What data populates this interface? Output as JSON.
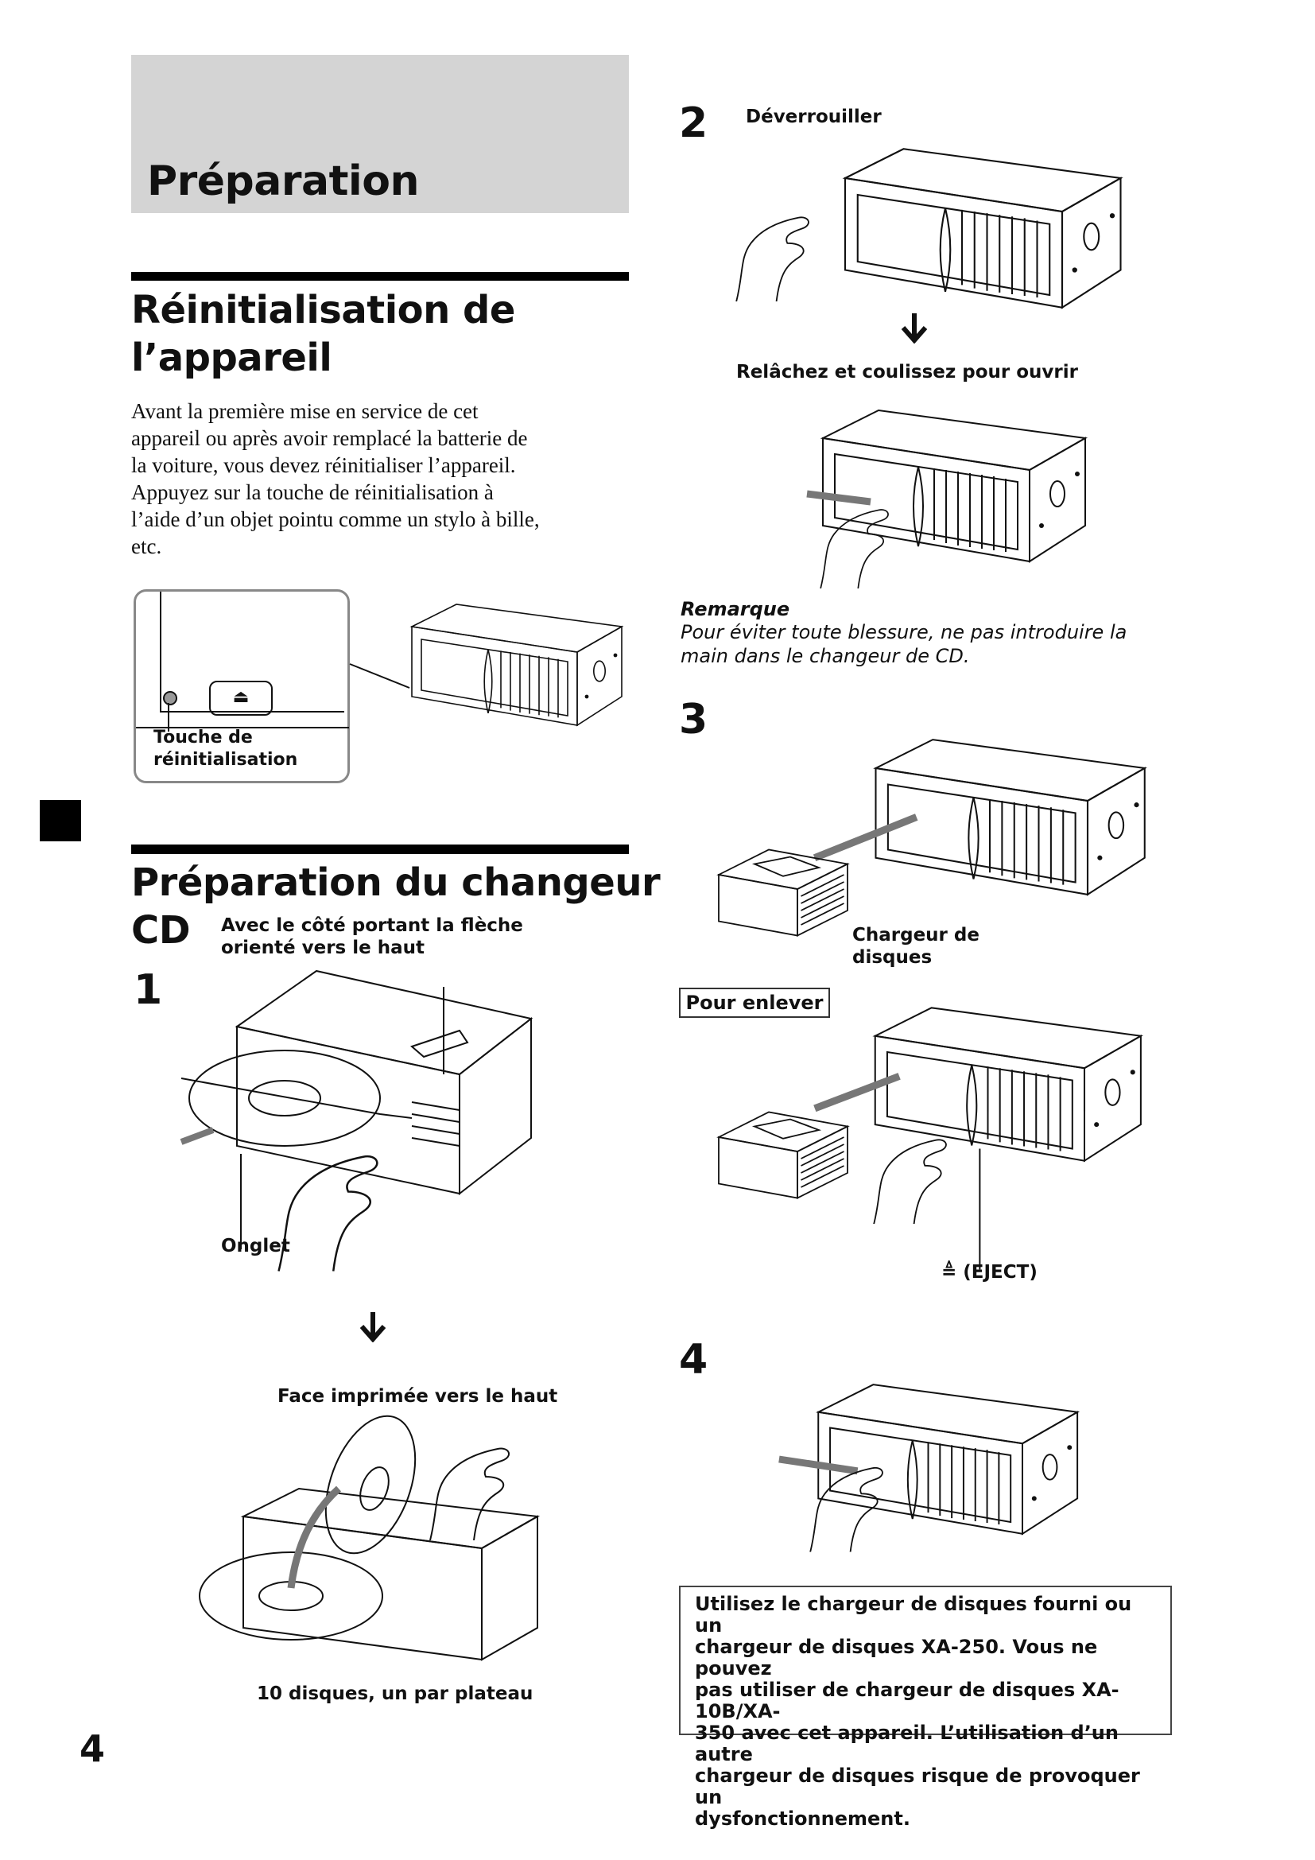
{
  "page": {
    "section_title": "Préparation",
    "page_number": "4"
  },
  "reset": {
    "heading_line1": "Réinitialisation de",
    "heading_line2": "l’appareil",
    "body_lines": [
      "Avant la première mise en service de cet",
      "appareil ou après avoir remplacé la batterie de",
      "la voiture, vous devez réinitialiser l’appareil.",
      "Appuyez sur la touche de réinitialisation à",
      "l’aide d’un objet pointu comme un stylo à bille,",
      "etc."
    ],
    "callout_line1": "Touche de",
    "callout_line2": "réinitialisation"
  },
  "changer": {
    "heading_line1": "Préparation du changeur",
    "heading_line2": "CD",
    "step1": {
      "number": "1",
      "arrow_note_line1": "Avec le côté portant la flèche",
      "arrow_note_line2": "orienté vers le haut",
      "tab_label": "Onglet",
      "face_label": "Face imprimée vers le haut",
      "discs_label": "10 disques, un par plateau"
    },
    "step2": {
      "number": "2",
      "unlock_label": "Déverrouiller",
      "slide_label": "Relâchez et coulissez pour ouvrir",
      "remark_title": "Remarque",
      "remark_line1": "Pour éviter toute blessure, ne pas introduire la",
      "remark_line2": "main dans le changeur de CD."
    },
    "step3": {
      "number": "3",
      "magazine_line1": "Chargeur de",
      "magazine_line2": "disques",
      "remove_tag": "Pour enlever",
      "eject_label": "≜ (EJECT)"
    },
    "step4": {
      "number": "4"
    },
    "note_lines": [
      "Utilisez le chargeur de disques fourni ou un",
      "chargeur de disques XA-250. Vous ne pouvez",
      "pas utiliser de chargeur de disques XA-10B/XA-",
      "350 avec cet appareil. L’utilisation d’un autre",
      "chargeur de disques risque de provoquer un",
      "dysfonctionnement."
    ]
  }
}
